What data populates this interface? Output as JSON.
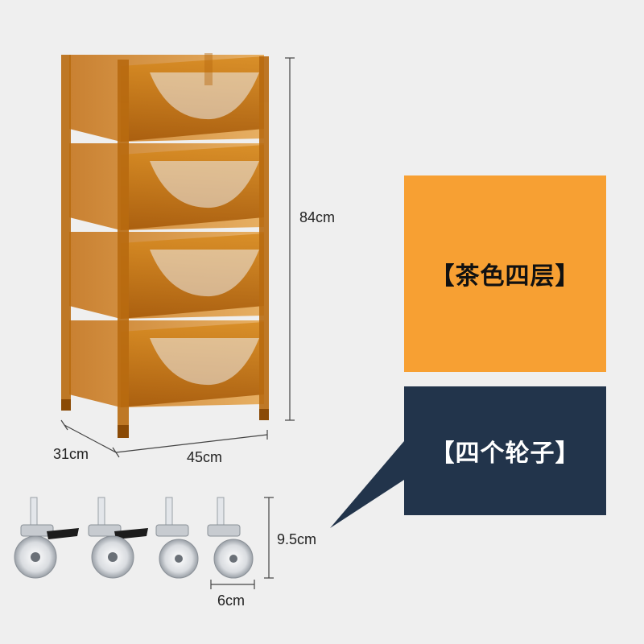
{
  "dimensions": {
    "height": "84cm",
    "depth": "31cm",
    "width": "45cm",
    "wheel_height": "9.5cm",
    "wheel_width": "6cm"
  },
  "labels": {
    "variant": "【茶色四层】",
    "wheels": "【四个轮子】"
  },
  "colors": {
    "background": "#efefef",
    "variant_panel": "#f7a033",
    "wheels_panel": "#22344b",
    "rack_amber": "#c9790f"
  },
  "rack": {
    "tiers": 4
  },
  "casters": {
    "count": 4,
    "with_brake": 2
  }
}
